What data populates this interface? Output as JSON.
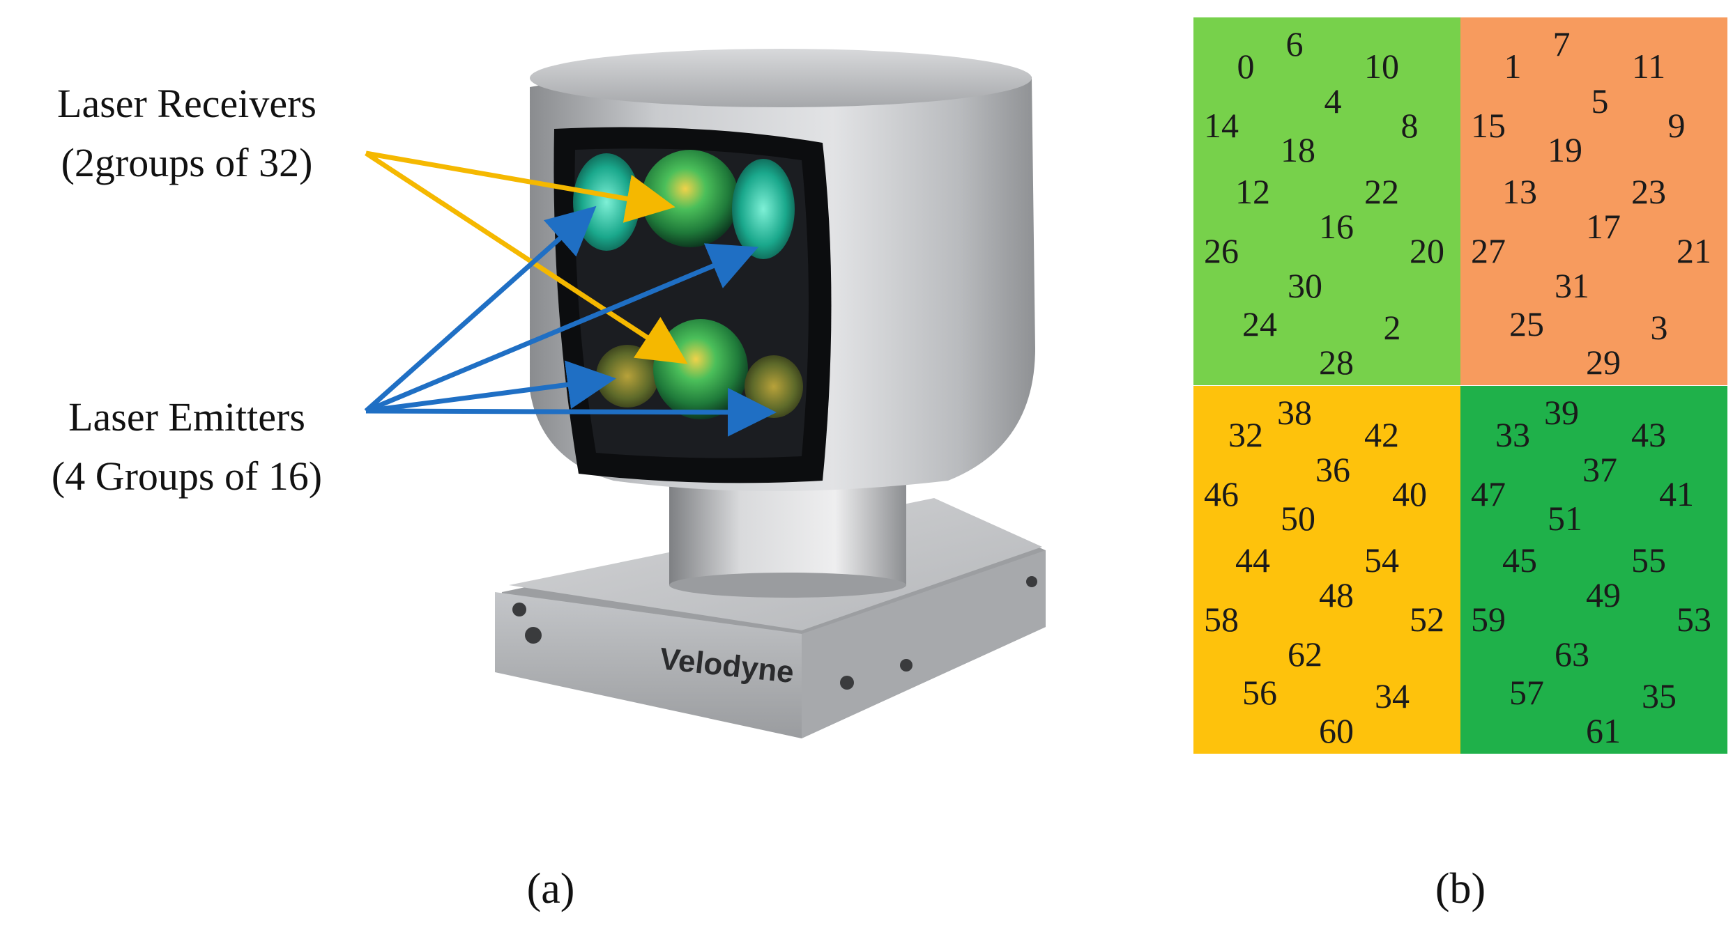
{
  "labels": {
    "receivers_line1": "Laser Receivers",
    "receivers_line2": "(2groups of 32)",
    "emitters_line1": "Laser Emitters",
    "emitters_line2": "(4 Groups of 16)",
    "brand": "Velodyne",
    "caption_a": "(a)",
    "caption_b": "(b)"
  },
  "colors": {
    "receiver_arrow": "#f5b800",
    "emitter_arrow": "#1f6fc4",
    "quad_top_left": "#77d14b",
    "quad_top_right": "#f79b5e",
    "quad_bottom_left": "#fec20c",
    "quad_bottom_right": "#1fb14a"
  },
  "channels": {
    "top_left": [
      "6",
      "0",
      "10",
      "4",
      "14",
      "8",
      "18",
      "12",
      "22",
      "16",
      "26",
      "20",
      "30",
      "24",
      "2",
      "28"
    ],
    "top_right": [
      "7",
      "1",
      "11",
      "5",
      "15",
      "9",
      "19",
      "13",
      "23",
      "17",
      "27",
      "21",
      "31",
      "25",
      "3",
      "29"
    ],
    "bottom_left": [
      "38",
      "32",
      "42",
      "36",
      "46",
      "40",
      "50",
      "44",
      "54",
      "48",
      "58",
      "52",
      "62",
      "56",
      "34",
      "60"
    ],
    "bottom_right": [
      "39",
      "33",
      "43",
      "37",
      "47",
      "41",
      "51",
      "45",
      "55",
      "49",
      "59",
      "53",
      "63",
      "57",
      "35",
      "61"
    ]
  }
}
